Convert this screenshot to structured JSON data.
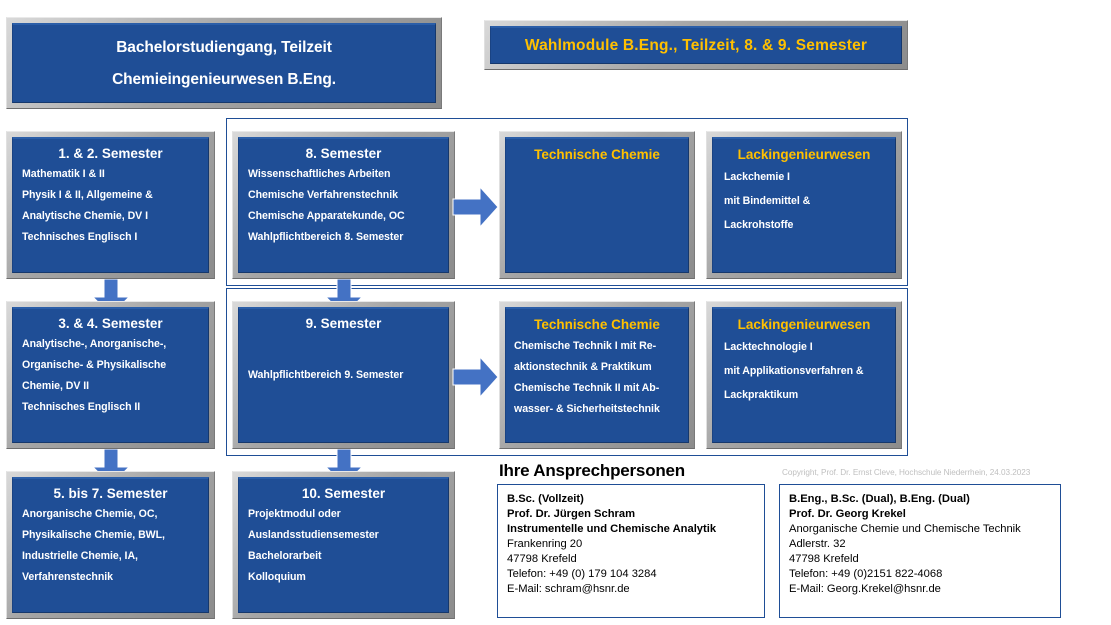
{
  "header": {
    "main_title_line1": "Bachelorstudiengang, Teilzeit",
    "main_title_line2": "Chemieingenieurwesen B.Eng.",
    "elective_title": "Wahlmodule B.Eng.,  Teilzeit, 8. & 9. Semester"
  },
  "colors": {
    "box_blue": "#1F4E96",
    "accent_gold": "#FFC000",
    "arrow_blue": "#4472C4",
    "text_white": "#FFFFFF",
    "copyright_grey": "#BFBFBF"
  },
  "left_column": [
    {
      "title": "1. & 2. Semester",
      "items": [
        "Mathematik I & II",
        "Physik I & II, Allgemeine &",
        "Analytische Chemie, DV I",
        "Technisches Englisch I"
      ]
    },
    {
      "title": "3. & 4. Semester",
      "items": [
        "Analytische-, Anorganische-,",
        "Organische- & Physikalische",
        "Chemie, DV II",
        "Technisches Englisch II"
      ]
    },
    {
      "title": "5. bis 7. Semester",
      "items": [
        "Anorganische Chemie, OC,",
        "Physikalische Chemie, BWL,",
        "Industrielle Chemie, IA,",
        "Verfahrenstechnik"
      ]
    }
  ],
  "middle_column": [
    {
      "title": "8. Semester",
      "items": [
        "Wissenschaftliches Arbeiten",
        "Chemische Verfahrenstechnik",
        "Chemische Apparatekunde, OC",
        "Wahlpflichtbereich 8. Semester"
      ]
    },
    {
      "title": "9. Semester",
      "items": [
        "Wahlpflichtbereich 9. Semester"
      ]
    },
    {
      "title": "10. Semester",
      "items": [
        "Projektmodul oder",
        "Auslandsstudiensemester",
        "Bachelorarbeit",
        "Kolloquium"
      ]
    }
  ],
  "elective_row_1": [
    {
      "title": "Technische  Chemie",
      "items": []
    },
    {
      "title": "Lackingenieurwesen",
      "items": [
        "Lackchemie I",
        "mit Bindemittel &",
        "Lackrohstoffe"
      ]
    }
  ],
  "elective_row_2": [
    {
      "title": "Technische  Chemie",
      "items": [
        "Chemische Technik I mit Re-",
        "aktionstechnik & Praktikum",
        "Chemische Technik II mit Ab-",
        "wasser- & Sicherheitstechnik"
      ]
    },
    {
      "title": "Lackingenieurwesen",
      "items": [
        "Lacktechnologie I",
        "mit Applikationsverfahren &",
        "Lackpraktikum"
      ]
    }
  ],
  "contacts": {
    "heading": "Ihre Ansprechpersonen",
    "copyright": "Copyright, Prof. Dr. Ernst Cleve, Hochschule Niederrhein, 24.03.2023",
    "cards": [
      {
        "bold_lines": [
          "B.Sc. (Vollzeit)",
          "Prof. Dr. Jürgen Schram",
          "Instrumentelle und Chemische Analytik"
        ],
        "regular_lines": [
          "Frankenring 20",
          "47798 Krefeld",
          "Telefon: +49 (0) 179 104 3284",
          "E-Mail:  schram@hsnr.de"
        ]
      },
      {
        "bold_lines": [
          "B.Eng., B.Sc. (Dual), B.Eng. (Dual)",
          "Prof. Dr. Georg Krekel"
        ],
        "regular_lines": [
          "Anorganische Chemie und  Chemische Technik",
          "Adlerstr.  32",
          "47798 Krefeld",
          "Telefon: +49 (0)2151 822-4068",
          "E-Mail:  Georg.Krekel@hsnr.de"
        ]
      }
    ]
  },
  "arrows": {
    "down_icon": "arrow-down-icon",
    "right_icon": "arrow-right-icon"
  }
}
